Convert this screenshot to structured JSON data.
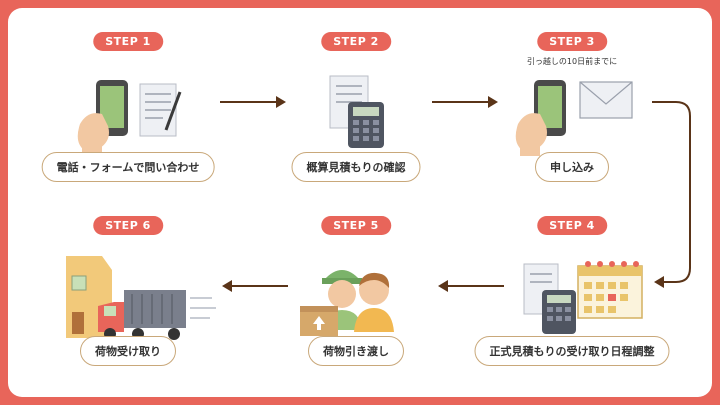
{
  "steps": [
    {
      "badge": "STEP 1",
      "label": "電話・フォームで問い合わせ",
      "note": ""
    },
    {
      "badge": "STEP 2",
      "label": "概算見積もりの確認",
      "note": ""
    },
    {
      "badge": "STEP 3",
      "label": "申し込み",
      "note": "引っ越しの10日前までに"
    },
    {
      "badge": "STEP 4",
      "label": "正式見積もりの受け取り日程調整",
      "note": ""
    },
    {
      "badge": "STEP 5",
      "label": "荷物引き渡し",
      "note": ""
    },
    {
      "badge": "STEP 6",
      "label": "荷物受け取り",
      "note": ""
    }
  ],
  "colors": {
    "accent": "#e8655a",
    "border": "#c9a87a",
    "arrow": "#5a3418",
    "text": "#333333"
  }
}
